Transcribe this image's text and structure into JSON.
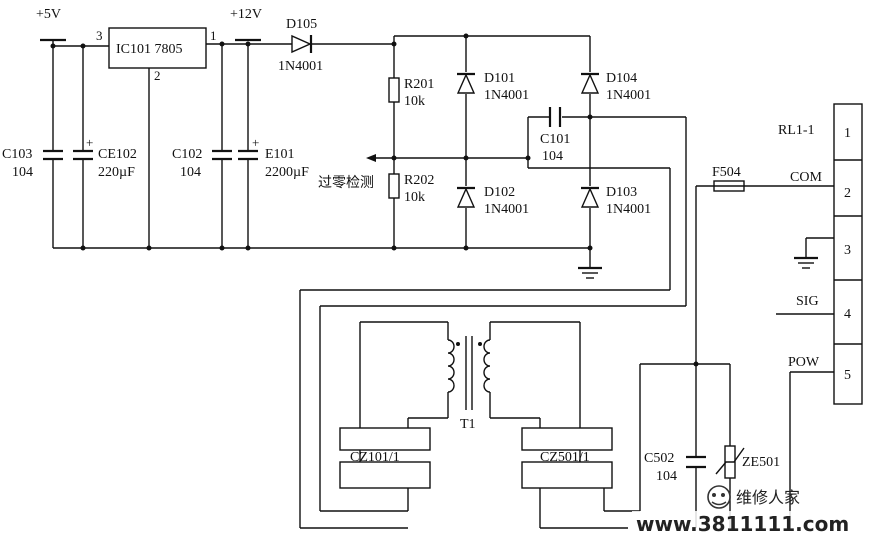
{
  "rails": {
    "plus5v": "+5V",
    "plus12v": "+12V"
  },
  "regulator": {
    "name": "IC101 7805",
    "pin1": "1",
    "pin2": "2",
    "pin3": "3"
  },
  "components": {
    "C103": {
      "ref": "C103",
      "value": "104"
    },
    "CE102": {
      "ref": "CE102",
      "value": "220µF"
    },
    "C102": {
      "ref": "C102",
      "value": "104"
    },
    "E101": {
      "ref": "E101",
      "value": "2200µF"
    },
    "D105": {
      "ref": "D105",
      "value": "1N4001"
    },
    "R201": {
      "ref": "R201",
      "value": "10k"
    },
    "R202": {
      "ref": "R202",
      "value": "10k"
    },
    "D101": {
      "ref": "D101",
      "value": "1N4001"
    },
    "D102": {
      "ref": "D102",
      "value": "1N4001"
    },
    "D103": {
      "ref": "D103",
      "value": "1N4001"
    },
    "D104": {
      "ref": "D104",
      "value": "1N4001"
    },
    "C101": {
      "ref": "C101",
      "value": "104"
    },
    "F504": {
      "ref": "F504"
    },
    "C502": {
      "ref": "C502",
      "value": "104"
    },
    "ZE501": {
      "ref": "ZE501"
    },
    "T1": {
      "ref": "T1"
    },
    "CZ101": {
      "ref": "CZ101/1"
    },
    "CZ501": {
      "ref": "CZ501/1"
    }
  },
  "zero_cross_label": "过零检测",
  "relay": {
    "name": "RL1-1",
    "pins": [
      "1",
      "2",
      "3",
      "4",
      "5"
    ],
    "com": "COM",
    "sig": "SIG",
    "pow": "POW"
  },
  "watermark": {
    "brand": "维修人家",
    "site": "www.3811111.com"
  }
}
